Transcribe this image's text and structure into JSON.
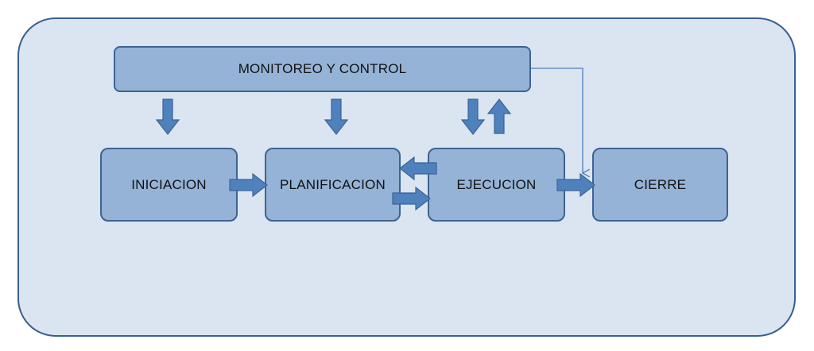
{
  "diagram": {
    "monitoring_label": "MONITOREO Y CONTROL",
    "phases": [
      {
        "label": "INICIACION"
      },
      {
        "label": "PLANIFICACION"
      },
      {
        "label": "EJECUCION"
      },
      {
        "label": "CIERRE"
      }
    ],
    "colors": {
      "background": "#dbe5f1",
      "box_fill": "#95b3d7",
      "box_border": "#3d6393",
      "arrow_fill": "#4f81bd",
      "arrow_stroke": "#3b6496"
    }
  }
}
